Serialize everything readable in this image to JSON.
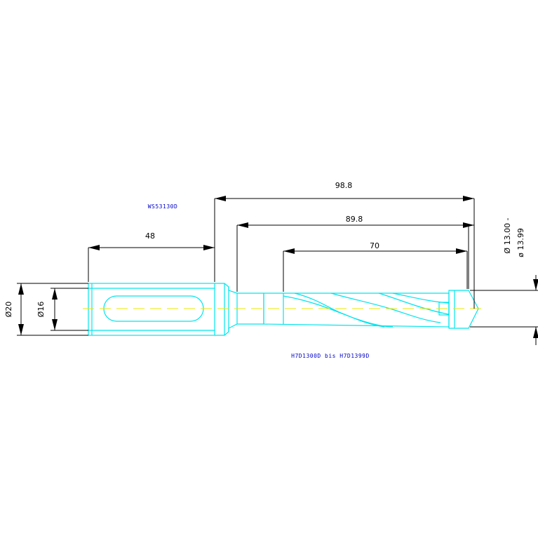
{
  "labels": {
    "holder_code": "WS53130D",
    "insert_range": "H7D1300D bis H7D1399D"
  },
  "dimensions": {
    "total_length": "98.8",
    "flute_length": "89.8",
    "cutting_length": "70",
    "shank_length": "48",
    "diameter_shank": "Ø20",
    "diameter_inner": "Ø16",
    "diameter_range_min": "Ø 13.00 -",
    "diameter_range_max": "ø 13.99"
  },
  "colors": {
    "tool_outline": "#00e5ee",
    "centerline": "#e8e800",
    "dimension": "#000000",
    "part_label": "#0000cc"
  }
}
